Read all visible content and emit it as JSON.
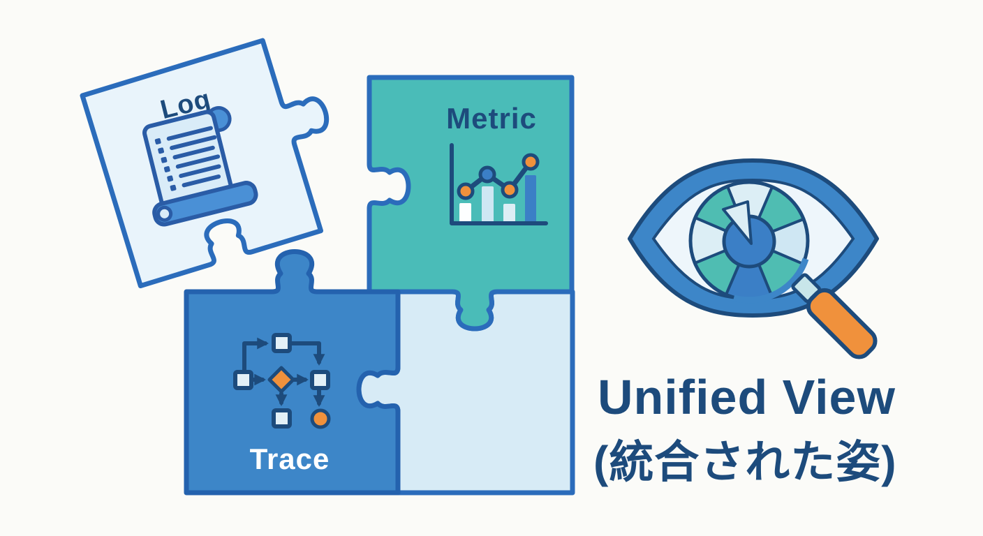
{
  "scene": {
    "description": "Observability concept diagram: Log, Metric and Trace puzzle pieces assemble into a unified view, shown as an eye with a camera-aperture iris and a magnifying glass",
    "background": "#fbfbf8"
  },
  "colors": {
    "outline": "#2b6cbb",
    "navy": "#1d4b7c",
    "log_fill": "#e9f4fb",
    "metric_fill": "#4abcb8",
    "trace_fill": "#3d86c8",
    "blank_fill": "#d7ebf6",
    "orange": "#f0913c",
    "icon_blue": "#3b7fc6",
    "light_blue": "#cfe7f3",
    "pale_blue": "#dceef5",
    "white_bar": "#fdfeff",
    "scroll_blue": "#4a90d6",
    "teal_blade": "#4fbdb2",
    "sclera": "#eef6fb",
    "eye_band": "#3d86c8",
    "connector_teal": "#c8e6ea",
    "text_navy": "#1d4b7c",
    "trace_label": "#ffffff"
  },
  "pieces": {
    "log": {
      "label": "Log",
      "icon": "scroll-document-icon"
    },
    "metric": {
      "label": "Metric",
      "icon": "bar-line-chart-icon"
    },
    "trace": {
      "label": "Trace",
      "icon": "flowchart-icon"
    },
    "blank": {
      "label": ""
    }
  },
  "result": {
    "icon": "eye-aperture-icon",
    "magnifier_icon": "magnifying-glass-icon",
    "title": "Unified View",
    "subtitle": "(統合された姿)"
  }
}
